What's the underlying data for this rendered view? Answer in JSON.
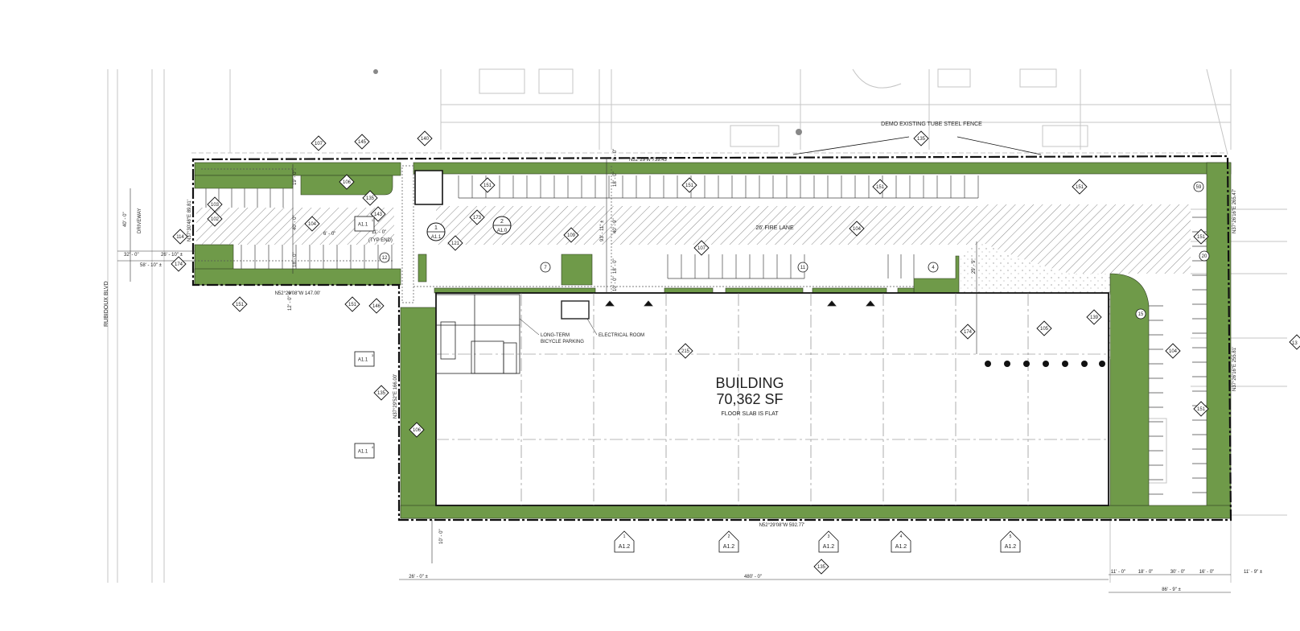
{
  "colors": {
    "landscape": "#6f9a49",
    "line": "#111111",
    "ghost": "#bdbdbd",
    "hatch": "#8a8a8a"
  },
  "building": {
    "title": "BUILDING",
    "area": "70,362 SF",
    "note": "FLOOR SLAB IS FLAT"
  },
  "street": {
    "name": "RUBIDOUX BLVD",
    "driveway": "DRIVEWAY"
  },
  "labels": {
    "fire_lane": "26' FIRE LANE",
    "fence_note": "DEMO EXISTING TUBE STEEL FENCE",
    "bike_parking_1": "LONG-TERM",
    "bike_parking_2": "BICYCLE PARKING",
    "electrical_room": "ELECTRICAL ROOM",
    "typ_end": "(TYP END)"
  },
  "bearings": {
    "north": "N52°29'W 739.43'",
    "south": "N52°29'08\"W 592.77'",
    "drive_south": "N52°29'08\"W 147.00'",
    "west_drive": "N37°30'48\"E 89.81'",
    "west_building": "N37°29'52\"E 166.00'",
    "east_upper": "N37°26'16\"E 265.47'",
    "east_lower": "N37°26'16\"E 255.81'"
  },
  "dimensions": {
    "d40": "40' - 0\"",
    "d32": "32' - 0\"",
    "d26a": "26' - 10\" ±",
    "d58": "58' - 10\" ±",
    "d19": "19' - 0\"",
    "d40b": "40' - 0\"",
    "d18a": "18' - 0\"",
    "d12": "12' - 0\" ±",
    "d11": "11' - 0\"",
    "d6": "6' - 0\"",
    "d8": "8' - 0\"",
    "d18b": "18' - 0\"",
    "d93": "93' - 11\" ±",
    "d40c": "40' - 9\"",
    "d18c": "18' - 0\"",
    "d10a": "10' - 0\"",
    "d29": "29' - 9\"",
    "d10b": "10' - 0\"",
    "d26b": "26' - 0\" ±",
    "d480": "480' - 0\"",
    "d11b": "11' - 0\"",
    "d18d": "18' - 0\"",
    "d30": "30' - 0\"",
    "d16": "16' - 0\"",
    "d11c": "11' - 9\" ±",
    "d86": "86' - 9\" ±"
  },
  "diamond_tags": [
    {
      "id": "t107a",
      "label": "107"
    },
    {
      "id": "t145",
      "label": "145"
    },
    {
      "id": "t140",
      "label": "140"
    },
    {
      "id": "t135a",
      "label": "135"
    },
    {
      "id": "t106a",
      "label": "106"
    },
    {
      "id": "t143",
      "label": "143"
    },
    {
      "id": "t135b",
      "label": "135"
    },
    {
      "id": "t104a",
      "label": "104"
    },
    {
      "id": "t103",
      "label": "103"
    },
    {
      "id": "t102",
      "label": "102"
    },
    {
      "id": "t114",
      "label": "114"
    },
    {
      "id": "t174a",
      "label": "174"
    },
    {
      "id": "t151a",
      "label": "151"
    },
    {
      "id": "t151b",
      "label": "151"
    },
    {
      "id": "t146",
      "label": "146"
    },
    {
      "id": "t151c",
      "label": "151"
    },
    {
      "id": "t173",
      "label": "173"
    },
    {
      "id": "t121",
      "label": "121"
    },
    {
      "id": "t109",
      "label": "109"
    },
    {
      "id": "t151d",
      "label": "151"
    },
    {
      "id": "t151e",
      "label": "151"
    },
    {
      "id": "t151f",
      "label": "151"
    },
    {
      "id": "t104b",
      "label": "104"
    },
    {
      "id": "t107b",
      "label": "107"
    },
    {
      "id": "t215",
      "label": "215"
    },
    {
      "id": "t135c",
      "label": "135"
    },
    {
      "id": "t106b",
      "label": "106"
    },
    {
      "id": "t174b",
      "label": "174"
    },
    {
      "id": "t105",
      "label": "105"
    },
    {
      "id": "t139",
      "label": "139"
    },
    {
      "id": "t104c",
      "label": "104"
    },
    {
      "id": "t151g",
      "label": "151"
    },
    {
      "id": "t151h",
      "label": "151"
    },
    {
      "id": "t135d",
      "label": "135"
    }
  ],
  "stall_counts": [
    {
      "id": "c12",
      "label": "12"
    },
    {
      "id": "c7",
      "label": "7"
    },
    {
      "id": "c11",
      "label": "11"
    },
    {
      "id": "c4",
      "label": "4"
    },
    {
      "id": "c59",
      "label": "59"
    },
    {
      "id": "c20",
      "label": "20"
    },
    {
      "id": "c15",
      "label": "15"
    }
  ],
  "sheet_refs": [
    {
      "id": "s1",
      "num": "1",
      "sheet": "A1.1"
    },
    {
      "id": "s2",
      "num": "2",
      "sheet": "A1.0"
    },
    {
      "id": "s3",
      "num": "1",
      "sheet": "A1.1"
    },
    {
      "id": "s4",
      "num": "3",
      "sheet": "A1.1"
    },
    {
      "id": "s5",
      "num": "4",
      "sheet": "A1.1"
    },
    {
      "id": "e1",
      "num": "1",
      "sheet": "A1.2"
    },
    {
      "id": "e2",
      "num": "2",
      "sheet": "A1.2"
    },
    {
      "id": "e3",
      "num": "3",
      "sheet": "A1.2"
    },
    {
      "id": "e4",
      "num": "4",
      "sheet": "A1.2"
    },
    {
      "id": "e5",
      "num": "5",
      "sheet": "A1.2"
    }
  ],
  "edge_tag": "13"
}
